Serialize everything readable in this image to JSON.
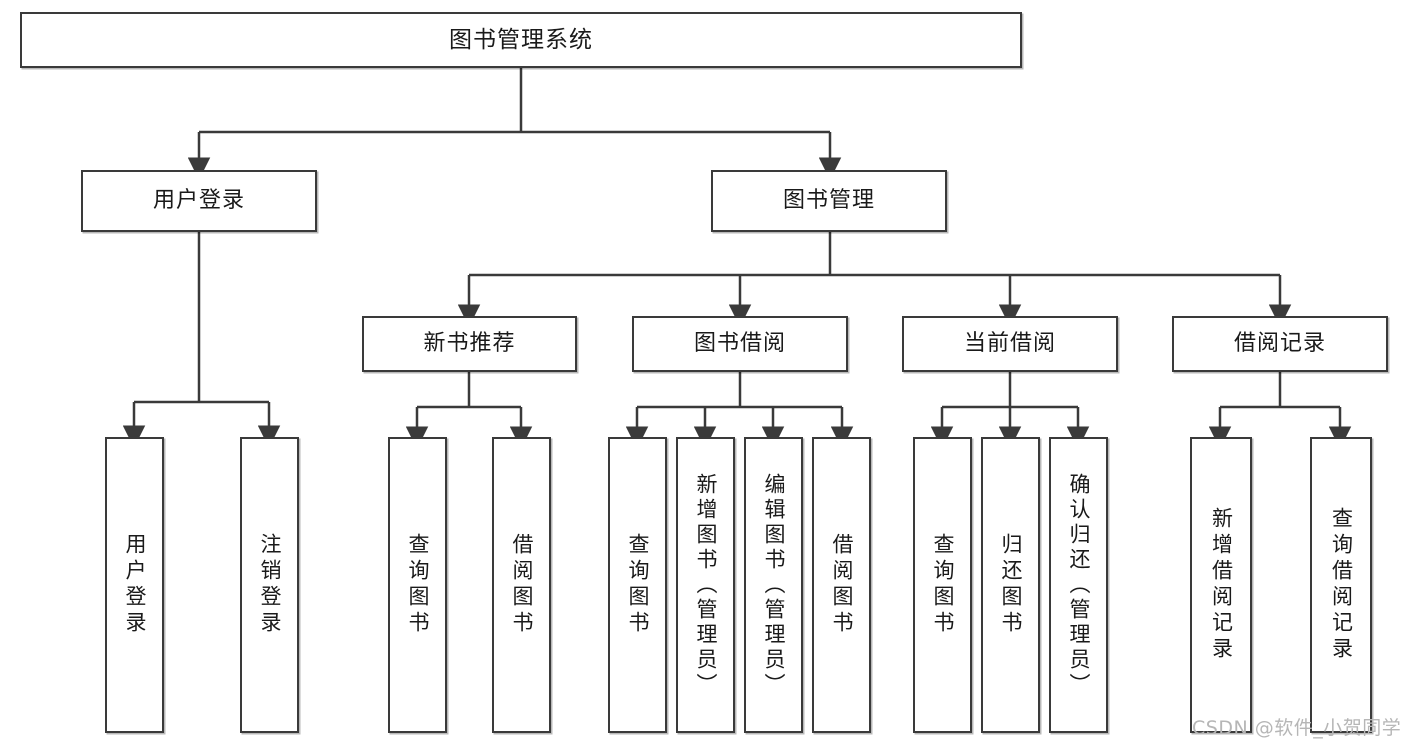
{
  "diagram": {
    "type": "tree-hierarchy",
    "title": "图书管理系统",
    "colors": {
      "stroke": "#3a3a3a",
      "fill": "#ffffff",
      "text": "#1a1a1a",
      "watermark": "#b6b6b6"
    },
    "levels": {
      "root": {
        "label": "图书管理系统"
      },
      "level2": [
        {
          "label": "用户登录"
        },
        {
          "label": "图书管理"
        }
      ],
      "level3": [
        {
          "label": "新书推荐"
        },
        {
          "label": "图书借阅"
        },
        {
          "label": "当前借阅"
        },
        {
          "label": "借阅记录"
        }
      ],
      "leaves": {
        "user_login": [
          {
            "label": "用户登录"
          },
          {
            "label": "注销登录"
          }
        ],
        "new_book_recommend": [
          {
            "label": "查询图书"
          },
          {
            "label": "借阅图书"
          }
        ],
        "book_borrow": [
          {
            "label": "查询图书"
          },
          {
            "label": "新增图书（管理员）"
          },
          {
            "label": "编辑图书（管理员）"
          },
          {
            "label": "借阅图书"
          }
        ],
        "current_borrow": [
          {
            "label": "查询图书"
          },
          {
            "label": "归还图书"
          },
          {
            "label": "确认归还（管理员）"
          }
        ],
        "borrow_record": [
          {
            "label": "新增借阅记录"
          },
          {
            "label": "查询借阅记录"
          }
        ]
      }
    },
    "watermark": "CSDN @软件_小贺同学"
  }
}
